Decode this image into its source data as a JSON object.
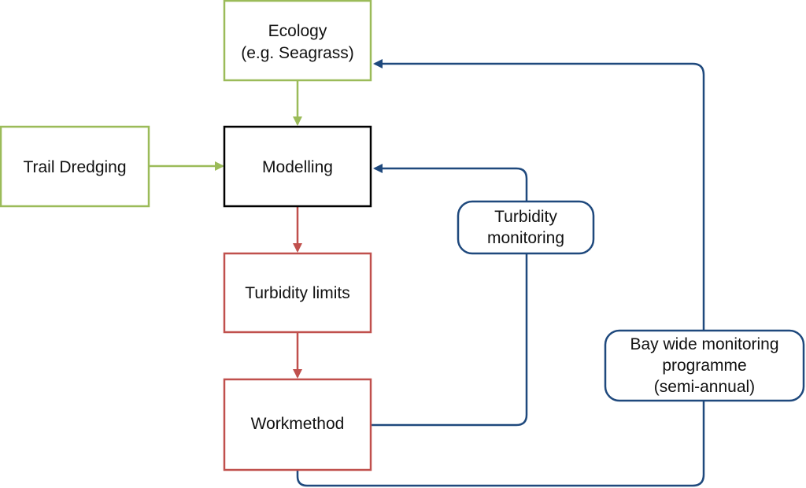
{
  "colors": {
    "green": "#9bbb59",
    "black": "#000000",
    "red": "#c0504d",
    "blue": "#1f497d",
    "text": "#111111",
    "background": "#ffffff"
  },
  "nodes": {
    "ecology": {
      "line1": "Ecology",
      "line2": "(e.g. Seagrass)"
    },
    "trail_dredging": {
      "label": "Trail Dredging"
    },
    "modelling": {
      "label": "Modelling"
    },
    "turbidity_limits": {
      "label": "Turbidity limits"
    },
    "workmethod": {
      "label": "Workmethod"
    },
    "turbidity_monitoring": {
      "line1": "Turbidity",
      "line2": "monitoring"
    },
    "bay_wide_monitoring": {
      "line1": "Bay wide monitoring",
      "line2": "programme",
      "line3": "(semi-annual)"
    }
  }
}
